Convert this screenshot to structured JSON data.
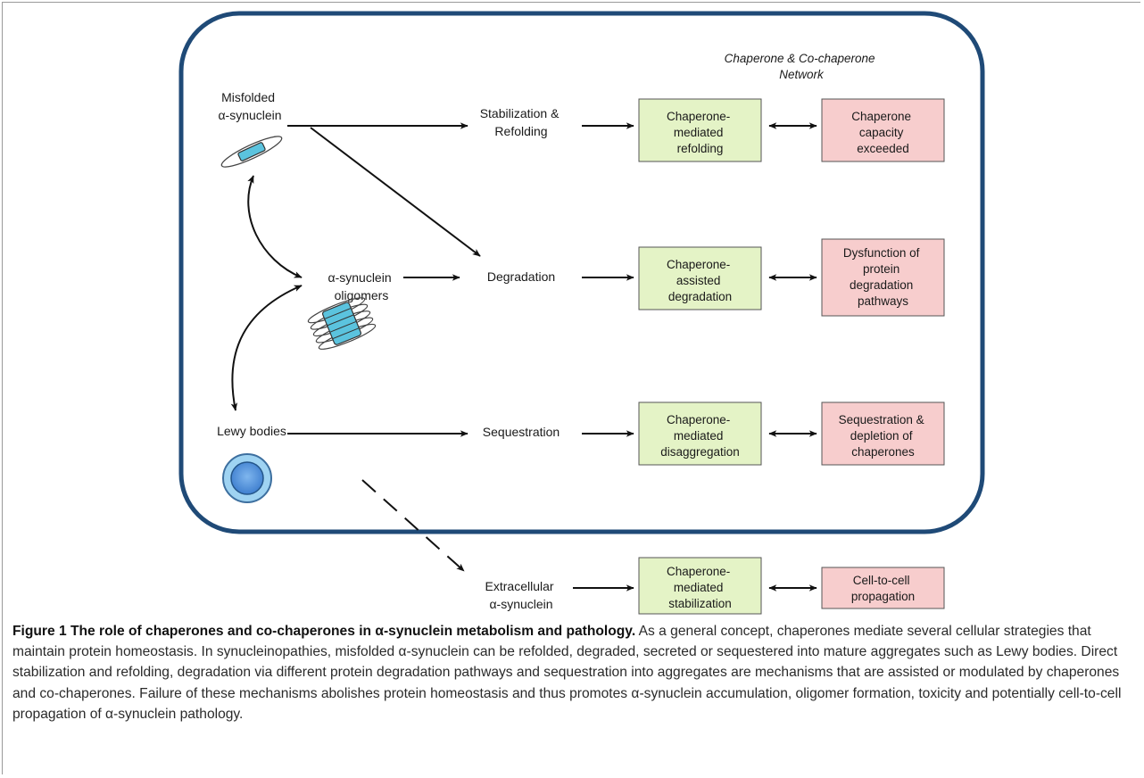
{
  "diagram": {
    "network_label": [
      "Chaperone & Co-chaperone",
      "Network"
    ],
    "sources": {
      "misfolded": [
        "Misfolded",
        "α-synuclein"
      ],
      "oligomers": [
        "α-synuclein",
        "oligomers"
      ],
      "lewy": [
        "Lewy bodies"
      ],
      "extracellular": [
        "Extracellular",
        "α-synuclein"
      ]
    },
    "processes": {
      "stabilization": [
        "Stabilization &",
        "Refolding"
      ],
      "degradation": [
        "Degradation"
      ],
      "sequestration": [
        "Sequestration"
      ]
    },
    "green_boxes": [
      [
        "Chaperone-",
        "mediated",
        "refolding"
      ],
      [
        "Chaperone-",
        "assisted",
        "degradation"
      ],
      [
        "Chaperone-",
        "mediated",
        "disaggregation"
      ],
      [
        "Chaperone-",
        "mediated",
        "stabilization"
      ]
    ],
    "red_boxes": [
      [
        "Chaperone",
        "capacity",
        "exceeded"
      ],
      [
        "Dysfunction of",
        "protein",
        "degradation",
        "pathways"
      ],
      [
        "Sequestration &",
        "depletion of",
        "chaperones"
      ],
      [
        "Cell-to-cell",
        "propagation"
      ]
    ],
    "colors": {
      "cell_border": "#1f4a77",
      "green_fill": "#e4f3c6",
      "red_fill": "#f7cdcd",
      "protein_blue": "#5bc3de",
      "lewy_blue": "#4a90d9"
    }
  },
  "caption": {
    "title": "Figure 1 The role of chaperones and co-chaperones in α-synuclein metabolism and pathology.",
    "body": "As a general concept, chaperones mediate several cellular strategies that maintain protein homeostasis. In synucleinopathies, misfolded α-synuclein can be refolded, degraded, secreted or sequestered into mature aggregates such as Lewy bodies. Direct stabilization and refolding, degradation via different protein degradation pathways and sequestration into aggregates are mechanisms that are assisted or modulated by chaperones and co-chaperones. Failure of these mechanisms abolishes protein homeostasis and thus promotes α-synuclein accumulation, oligomer formation, toxicity and potentially cell-to-cell propagation of α-synuclein pathology."
  }
}
